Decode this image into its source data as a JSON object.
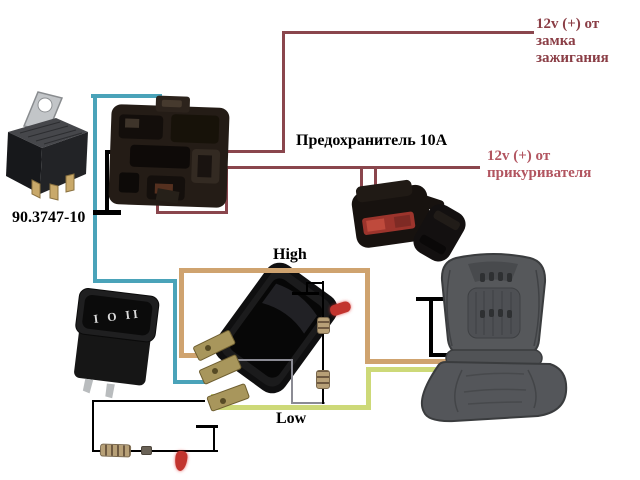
{
  "labels": {
    "ignition_source": [
      "12v (+) от",
      "замка",
      "зажигания"
    ],
    "lighter_source": [
      "12v (+) от",
      "прикуривателя"
    ],
    "fuse": "Предохранитель 10А",
    "relay_model": "90.3747-10",
    "high": "High",
    "low": "Low",
    "switch_markings": "I O II"
  },
  "colors": {
    "wire_red": "#8a464d",
    "wire_cyan": "#4aa3b9",
    "wire_orange": "#cfa36f",
    "wire_green": "#cdd978",
    "wire_grey": "#8b8b94",
    "wire_black": "#000000",
    "label_dark_red": "#8a3d45",
    "label_light_red": "#b25560",
    "led_red": "#c2342e"
  },
  "components": [
    "relay",
    "relay-socket",
    "fuse-holder-10A",
    "rocker-switch-small",
    "rocker-switch-large",
    "high-indicator-led",
    "low-indicator-led",
    "heated-seat-pad",
    "ground-symbols"
  ]
}
